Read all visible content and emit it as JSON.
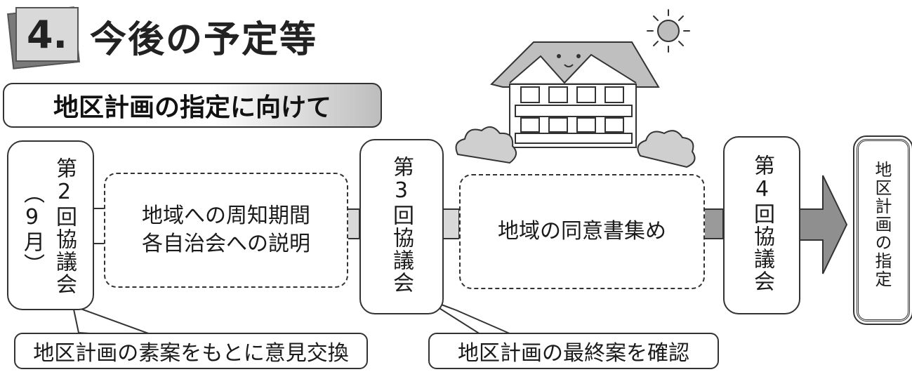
{
  "header": {
    "number": "4.",
    "title": "今後の予定等"
  },
  "subtitle": "地区計画の指定に向けて",
  "steps": {
    "meeting2_main": "第2回協議会",
    "meeting2_note": "（9月）",
    "period1_line1": "地域への周知期間",
    "period1_line2": "各自治会への説明",
    "meeting3": "第3回協議会",
    "period2": "地域の同意書集め",
    "meeting4": "第4回協議会",
    "final": "地区計画の指定"
  },
  "callouts": {
    "left": "地区計画の素案をもとに意見交換",
    "right": "地区計画の最終案を確認"
  },
  "icons": [
    "sun-icon",
    "school-building-illustration",
    "bush-icon"
  ]
}
